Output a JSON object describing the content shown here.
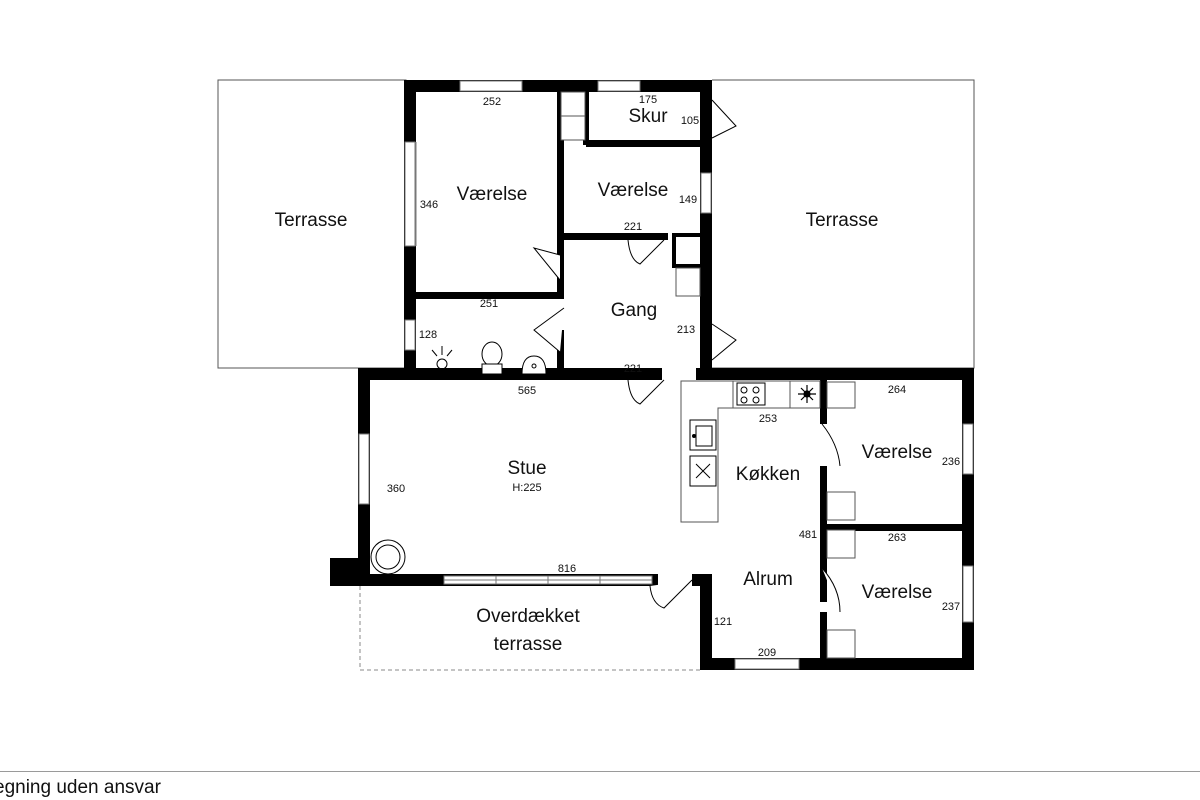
{
  "rooms": {
    "terrasse_left": "Terrasse",
    "terrasse_right": "Terrasse",
    "vaerelse_top_left": "Værelse",
    "vaerelse_top_middle": "Værelse",
    "skur": "Skur",
    "gang": "Gang",
    "stue": "Stue",
    "stue_height": "H:225",
    "koekken": "Køkken",
    "alrum": "Alrum",
    "vaerelse_right_upper": "Værelse",
    "vaerelse_right_lower": "Værelse",
    "overdaekket_line1": "Overdækket",
    "overdaekket_line2": "terrasse"
  },
  "dimensions": {
    "d252": "252",
    "d175": "175",
    "d105": "105",
    "d346": "346",
    "d149": "149",
    "d221_upper": "221",
    "d251": "251",
    "d128": "128",
    "d213": "213",
    "d221_lower": "221",
    "d565": "565",
    "d253": "253",
    "d264": "264",
    "d236": "236",
    "d360": "360",
    "d481": "481",
    "d263": "263",
    "d816": "816",
    "d237": "237",
    "d121": "121",
    "d209": "209"
  },
  "footer": {
    "text": "egning uden ansvar"
  },
  "icons": [
    "stove-icon",
    "fan-icon",
    "sink-icon",
    "dishwasher-icon",
    "toilet-icon",
    "washbasin-icon",
    "lamp-icon",
    "round-table-icon"
  ],
  "colors": {
    "wall": "#000000",
    "outline": "#555555",
    "dashed": "#888888"
  }
}
